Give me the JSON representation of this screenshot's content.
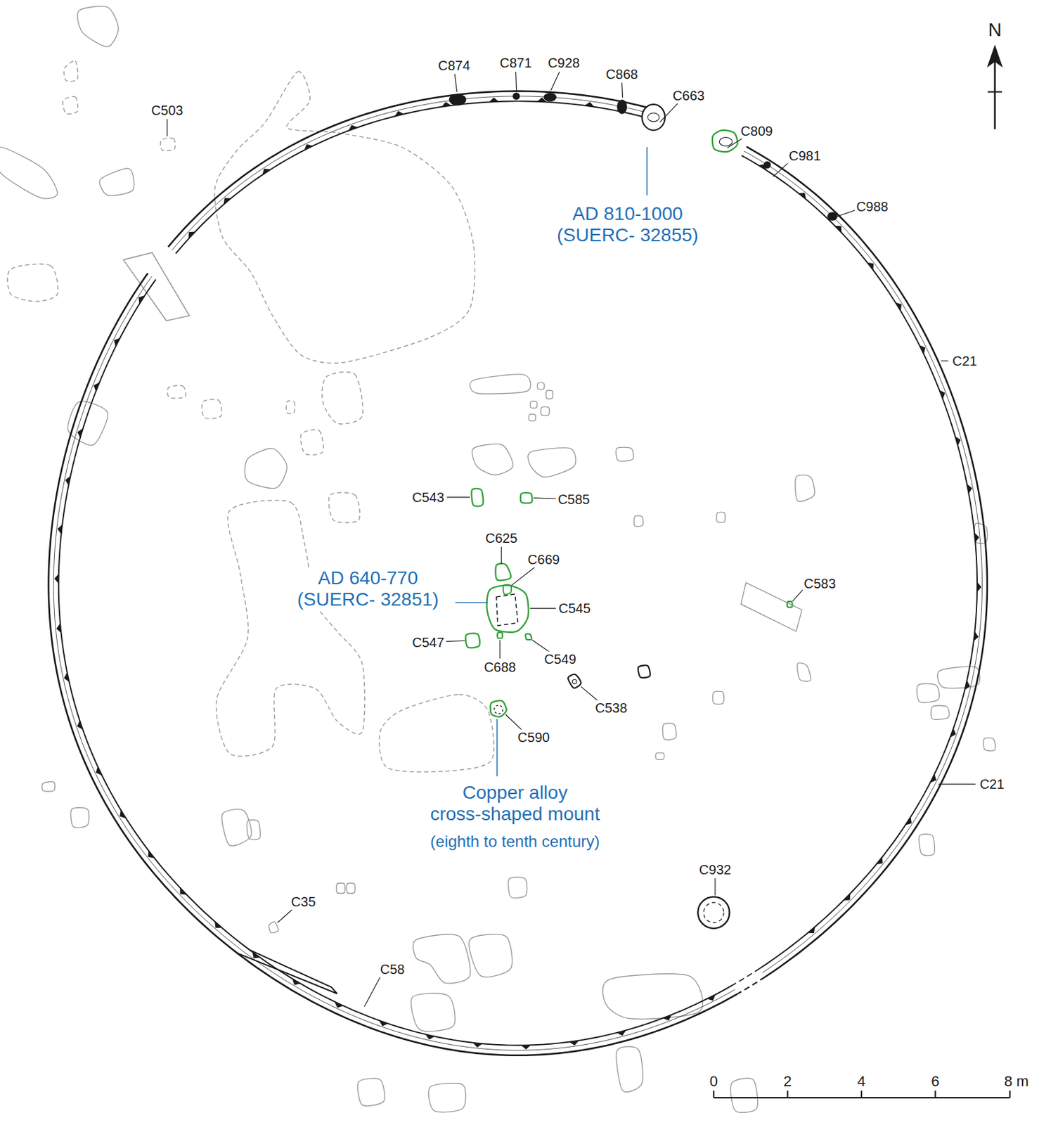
{
  "diagram": {
    "labels": [
      "N",
      "C874",
      "C871",
      "C928",
      "C868",
      "C663",
      "C503",
      "C809",
      "C981",
      "C988",
      "AD 810-1000 (SUERC- 32855)",
      "C21",
      "C543",
      "C585",
      "C625",
      "C669",
      "AD 640-770 (SUERC- 32851)",
      "C545",
      "C583",
      "C547",
      "C688",
      "C549",
      "C538",
      "C590",
      "Copper alloy cross-shaped mount",
      "(eighth to tenth century)",
      "C21",
      "C932",
      "C35",
      "C58",
      "0",
      "2",
      "4",
      "6",
      "8 m"
    ]
  }
}
